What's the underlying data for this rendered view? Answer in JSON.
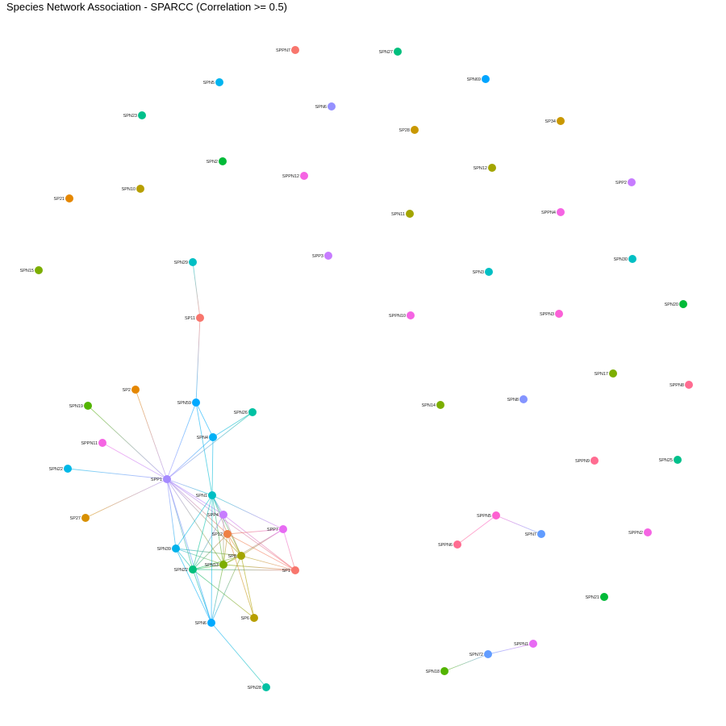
{
  "title": "Species Network Association - SPARCC (Correlation >= 0.5)",
  "nodes": [
    {
      "id": "SPPN7",
      "label": "SPPN7",
      "color": "#f8766d"
    },
    {
      "id": "SPN27",
      "label": "SPN27",
      "color": "#00bf7d"
    },
    {
      "id": "SPN5",
      "label": "SPN5",
      "color": "#00b4ef"
    },
    {
      "id": "SPN69",
      "label": "SPN69",
      "color": "#00a5ff"
    },
    {
      "id": "SPN6",
      "label": "SPN6",
      "color": "#9590ff"
    },
    {
      "id": "SPN23",
      "label": "SPN23",
      "color": "#00c08b"
    },
    {
      "id": "SP28",
      "label": "SP28",
      "color": "#c99800"
    },
    {
      "id": "SP34",
      "label": "SP34",
      "color": "#c99800"
    },
    {
      "id": "SPN2",
      "label": "SPN2",
      "color": "#00ba38"
    },
    {
      "id": "SPPN12",
      "label": "SPPN12",
      "color": "#f564e3"
    },
    {
      "id": "SPN12",
      "label": "SPN12",
      "color": "#a3a500"
    },
    {
      "id": "SPP2",
      "label": "SPP2",
      "color": "#c77cff"
    },
    {
      "id": "SPN10",
      "label": "SPN10",
      "color": "#b79f00"
    },
    {
      "id": "SP21",
      "label": "SP21",
      "color": "#e58700"
    },
    {
      "id": "SPN11",
      "label": "SPN11",
      "color": "#a3a500"
    },
    {
      "id": "SPPN4",
      "label": "SPPN4",
      "color": "#f564e3"
    },
    {
      "id": "SPN15",
      "label": "SPN15",
      "color": "#7cae00"
    },
    {
      "id": "SPN29",
      "label": "SPN29",
      "color": "#00bfc4"
    },
    {
      "id": "SPP3",
      "label": "SPP3",
      "color": "#c77cff"
    },
    {
      "id": "SPN3",
      "label": "SPN3",
      "color": "#00bfc4"
    },
    {
      "id": "SPN30",
      "label": "SPN30",
      "color": "#00bfc4"
    },
    {
      "id": "SPN20",
      "label": "SPN20",
      "color": "#00ba38"
    },
    {
      "id": "SP11",
      "label": "SP11",
      "color": "#f8766d"
    },
    {
      "id": "SPPN10",
      "label": "SPPN10",
      "color": "#f564e3"
    },
    {
      "id": "SPPN3",
      "label": "SPPN3",
      "color": "#fb61d7"
    },
    {
      "id": "SPN17",
      "label": "SPN17",
      "color": "#7cae00"
    },
    {
      "id": "SPPN8",
      "label": "SPPN8",
      "color": "#ff6c91"
    },
    {
      "id": "SP2",
      "label": "SP2",
      "color": "#e58700"
    },
    {
      "id": "SPN59",
      "label": "SPN59",
      "color": "#00a9ff"
    },
    {
      "id": "SPN19",
      "label": "SPN19",
      "color": "#53b400"
    },
    {
      "id": "SPN14",
      "label": "SPN14",
      "color": "#7cae00"
    },
    {
      "id": "SPN8",
      "label": "SPN8",
      "color": "#8494ff"
    },
    {
      "id": "SPN26",
      "label": "SPN26",
      "color": "#00c1a3"
    },
    {
      "id": "SPN4",
      "label": "SPN4",
      "color": "#00b0f6"
    },
    {
      "id": "SPPN11",
      "label": "SPPN11",
      "color": "#f564e3"
    },
    {
      "id": "SPPN9",
      "label": "SPPN9",
      "color": "#ff6c91"
    },
    {
      "id": "SPN25",
      "label": "SPN25",
      "color": "#00c08b"
    },
    {
      "id": "SPN22",
      "label": "SPN22",
      "color": "#00b8e7"
    },
    {
      "id": "SPP1",
      "label": "SPP1",
      "color": "#a58aff"
    },
    {
      "id": "SPN1",
      "label": "SPN1",
      "color": "#00bfc4"
    },
    {
      "id": "SP27",
      "label": "SP27",
      "color": "#d89000"
    },
    {
      "id": "SPP4",
      "label": "SPP4",
      "color": "#c77cff"
    },
    {
      "id": "SPPN5",
      "label": "SPPN5",
      "color": "#fd61d1"
    },
    {
      "id": "SPN7",
      "label": "SPN7",
      "color": "#619cff"
    },
    {
      "id": "SPPN2",
      "label": "SPPN2",
      "color": "#f564e3"
    },
    {
      "id": "SP12",
      "label": "SP12",
      "color": "#ee8043"
    },
    {
      "id": "SPP7",
      "label": "SPP7",
      "color": "#e76bf3"
    },
    {
      "id": "SPPN6",
      "label": "SPPN6",
      "color": "#ff6c91"
    },
    {
      "id": "SPN39",
      "label": "SPN39",
      "color": "#00b2eb"
    },
    {
      "id": "SP8",
      "label": "SP8",
      "color": "#a3a500"
    },
    {
      "id": "SPN13",
      "label": "SPN13",
      "color": "#7cae00"
    },
    {
      "id": "SP1",
      "label": "SP1",
      "color": "#f8766d"
    },
    {
      "id": "SPN22B",
      "label": "SPN22",
      "color": "#00bf7d"
    },
    {
      "id": "SPN21",
      "label": "SPN21",
      "color": "#00ba38"
    },
    {
      "id": "SP6",
      "label": "SP6",
      "color": "#b79f00"
    },
    {
      "id": "SPN6B",
      "label": "SPN6",
      "color": "#00a9ff"
    },
    {
      "id": "SPPN1",
      "label": "SPPN1",
      "color": "#e76bf3"
    },
    {
      "id": "SPN72",
      "label": "SPN72",
      "color": "#619cff"
    },
    {
      "id": "SPN18",
      "label": "SPN18",
      "color": "#53b400"
    },
    {
      "id": "SPN28",
      "label": "SPN28",
      "color": "#00c1a3"
    }
  ],
  "edges": [
    [
      "SPN29",
      "SP11"
    ],
    [
      "SP11",
      "SPN59"
    ],
    [
      "SPN59",
      "SPN4"
    ],
    [
      "SPN59",
      "SPN1"
    ],
    [
      "SPN59",
      "SPP1"
    ],
    [
      "SPN26",
      "SPN4"
    ],
    [
      "SPN26",
      "SPP1"
    ],
    [
      "SP2",
      "SPP1"
    ],
    [
      "SPN19",
      "SPP1"
    ],
    [
      "SPPN11",
      "SPP1"
    ],
    [
      "SPN22",
      "SPP1"
    ],
    [
      "SP27",
      "SPP1"
    ],
    [
      "SPN4",
      "SPP1"
    ],
    [
      "SPN4",
      "SPN1"
    ],
    [
      "SPP1",
      "SPN1"
    ],
    [
      "SPP1",
      "SPP4"
    ],
    [
      "SPP1",
      "SP12"
    ],
    [
      "SPP1",
      "SP8"
    ],
    [
      "SPP1",
      "SPN13"
    ],
    [
      "SPP1",
      "SPN39"
    ],
    [
      "SPP1",
      "SPN22B"
    ],
    [
      "SPP1",
      "SP1"
    ],
    [
      "SPP1",
      "SPN6B"
    ],
    [
      "SPN1",
      "SPP7"
    ],
    [
      "SPN1",
      "SPP4"
    ],
    [
      "SPN1",
      "SP12"
    ],
    [
      "SPN1",
      "SP8"
    ],
    [
      "SPN1",
      "SPN13"
    ],
    [
      "SPN1",
      "SPN39"
    ],
    [
      "SPN1",
      "SPN22B"
    ],
    [
      "SPN1",
      "SPN6B"
    ],
    [
      "SPP4",
      "SP8"
    ],
    [
      "SPP4",
      "SPN13"
    ],
    [
      "SPP4",
      "SPN22B"
    ],
    [
      "SPP4",
      "SP1"
    ],
    [
      "SP12",
      "SPP7"
    ],
    [
      "SP12",
      "SP8"
    ],
    [
      "SP12",
      "SP1"
    ],
    [
      "SP12",
      "SPN13"
    ],
    [
      "SP12",
      "SPN22B"
    ],
    [
      "SPP7",
      "SP8"
    ],
    [
      "SPP7",
      "SP1"
    ],
    [
      "SPP7",
      "SPN13"
    ],
    [
      "SPN39",
      "SP8"
    ],
    [
      "SPN39",
      "SPN13"
    ],
    [
      "SPN39",
      "SPN6B"
    ],
    [
      "SPN39",
      "SPN22B"
    ],
    [
      "SP8",
      "SP1"
    ],
    [
      "SP8",
      "SPN13"
    ],
    [
      "SP8",
      "SPN22B"
    ],
    [
      "SP8",
      "SP6"
    ],
    [
      "SP8",
      "SPN6B"
    ],
    [
      "SPN13",
      "SP1"
    ],
    [
      "SPN13",
      "SPN22B"
    ],
    [
      "SPN13",
      "SPN6B"
    ],
    [
      "SPN22B",
      "SP6"
    ],
    [
      "SPN22B",
      "SPN6B"
    ],
    [
      "SPN22B",
      "SP1"
    ],
    [
      "SP12",
      "SP6"
    ],
    [
      "SPN6B",
      "SPN28"
    ],
    [
      "SPPN5",
      "SPPN6"
    ],
    [
      "SPPN5",
      "SPN7"
    ],
    [
      "SPPN1",
      "SPN72"
    ],
    [
      "SPN72",
      "SPN18"
    ]
  ]
}
